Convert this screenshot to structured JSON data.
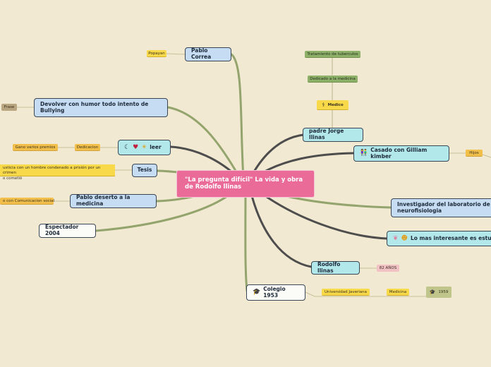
{
  "center": {
    "title": "\"La pregunta difícil\" La vida y obra de Rodolfo llinas"
  },
  "nodes": {
    "pablo_correa": "Pablo Correa",
    "devolver": "Devolver con humor todo intento de Bullying",
    "leer": "leer",
    "tesis": "Tesis",
    "pablo_deserto": "Pablo deserto a la medicina",
    "espectador": "Espectador 2004",
    "padre": "padre Jorge llinas",
    "casado": "Casado con Gilliam kimber",
    "investigador": "Investigador del laboratorio de neurofisiologia",
    "interesante": "Lo mas interesante es estudi",
    "rodolfo": "Rodolfo llinas",
    "colegio": "Colegio 1953"
  },
  "tags": {
    "popayan": "Popayan",
    "frase": "Frase",
    "gano": "Gano varios premios",
    "dedicacion": "Dedicacion",
    "tesis_note": "usticia con un hombre condenado a prisión por un crimen\no cometió",
    "comunicacion": "o con Comunicacion social",
    "tratamiento": "Tratamiento de tuberculos",
    "dedicado": "Dedicado a la medicina",
    "medico": "Medico",
    "hijos": "Hijos",
    "anos": "82 AÑOS",
    "javeriana": "Universidad Javeriana",
    "medicina": "Medicina",
    "y1959": "1959"
  },
  "icons": {
    "leer": [
      "moon-icon",
      "heart-icon",
      "sun-icon"
    ],
    "medico": "doctor-icon",
    "casado": "couple-icon",
    "interesante": [
      "brain-icon",
      "star-eyes-icon"
    ],
    "colegio": "graduation-cap-icon",
    "y1959": "graduation-cap-icon"
  },
  "colors": {
    "background": "#f2e9d2",
    "center": "#ea6b97",
    "node_blue": "#c5dcf2",
    "node_cyan": "#b3e8ea",
    "branch_green": "#93a46d",
    "branch_dark": "#4d4d4d",
    "tag_yellow": "#f7d94a",
    "tag_green": "#8fb069"
  }
}
